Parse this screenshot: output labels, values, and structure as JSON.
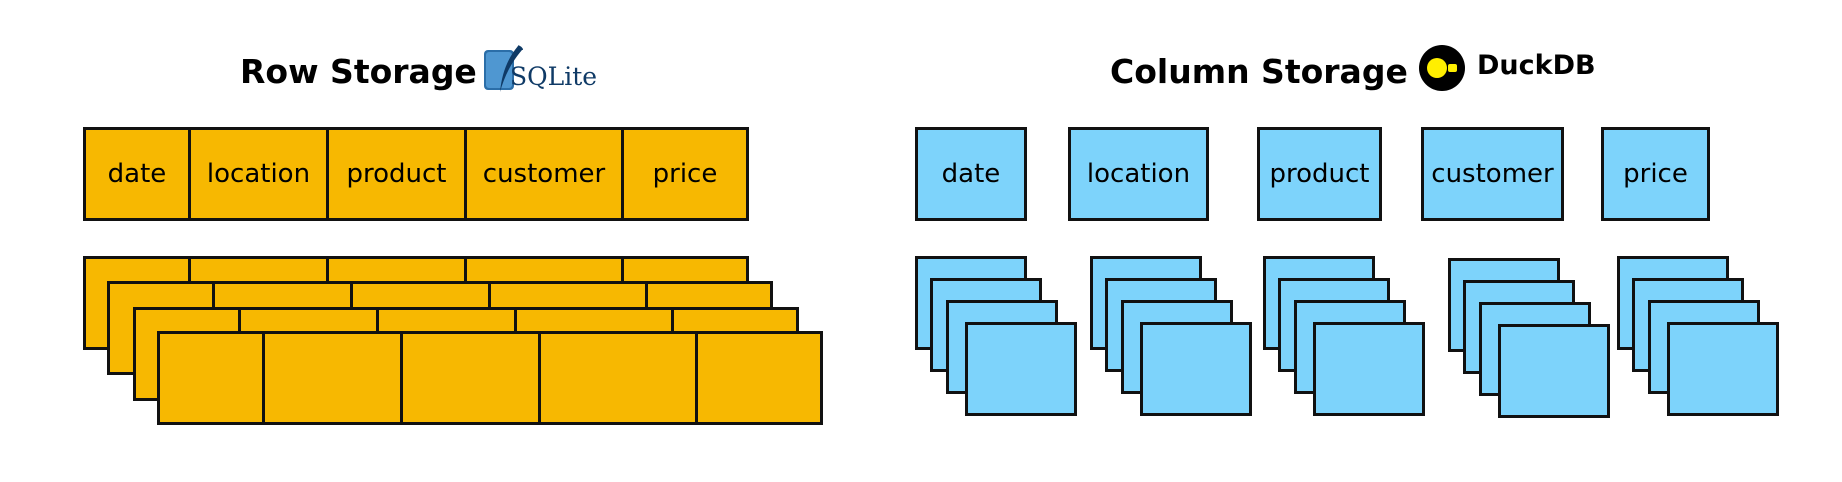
{
  "row_storage": {
    "title": "Row Storage",
    "logo_text": "SQLite",
    "columns": [
      "date",
      "location",
      "product",
      "customer",
      "price"
    ],
    "data_rows": 4
  },
  "column_storage": {
    "title": "Column Storage",
    "logo_text": "DuckDB",
    "columns": [
      "date",
      "location",
      "product",
      "customer",
      "price"
    ],
    "blocks_per_column": 4
  },
  "colors": {
    "row_fill": "#f7b801",
    "column_fill": "#7dd3fb",
    "border": "#111111",
    "sqlite_blue": "#0f3a66",
    "duckdb_yellow": "#ffef00"
  }
}
